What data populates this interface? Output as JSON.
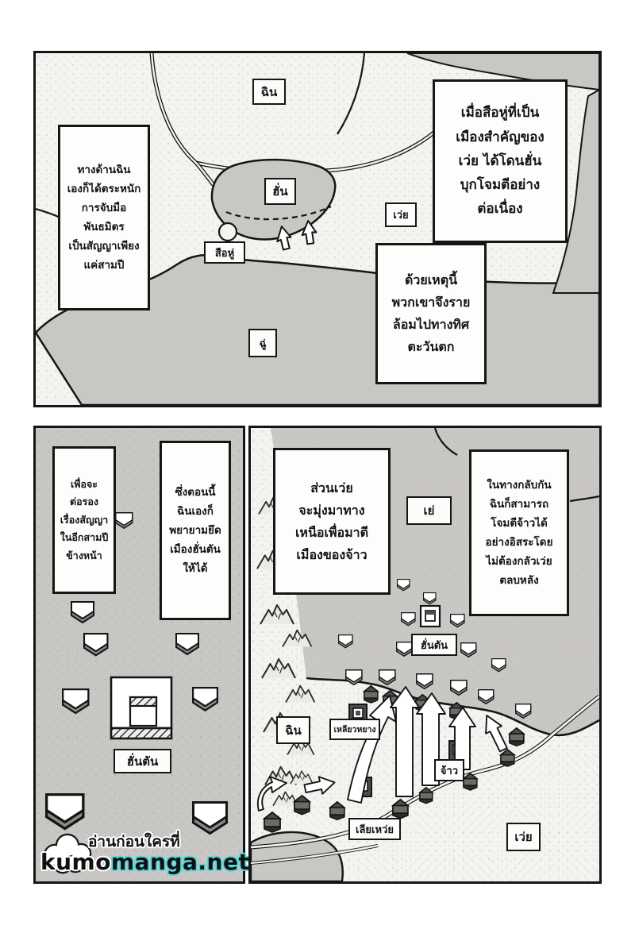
{
  "colors": {
    "paper": "#f5f3ef",
    "region_gray": "#c9c7c3",
    "ink": "#151515",
    "logo_accent": "#56d8da"
  },
  "panel_top": {
    "speech_left": "ทางด้านฉิน\nเองก็ได้ตระหนัก\nการจับมือ\nพันธมิตร\nเป็นสัญญาเพียง\nแค่สามปี",
    "speech_main": "เมื่อสือหู่ที่เป็น\nเมืองสำคัญของ\nเว่ย ได้โดนฮั่น\nบุกโจมตีอย่าง\nต่อเนื่อง",
    "speech_sub": "ด้วยเหตุนี้\nพวกเขาจึงราย\nล้อมไปทางทิศ\nตะวันตก",
    "labels": {
      "qin": "ฉิน",
      "han": "ฮั่น",
      "shihu": "สือหู่",
      "wei": "เว่ย",
      "chu": "ฉู่"
    }
  },
  "panel_left": {
    "speech_left": "เพื่อจะ\nต่อรอง\nเรื่องสัญญา\nในอีกสามปี\nข้างหน้า",
    "speech_right": "ซึ่งตอนนี้\nฉินเองก็\nพยายามยึด\nเมืองฮั่นตัน\nให้ได้",
    "labels": {
      "handan": "ฮั่นตัน"
    }
  },
  "panel_right": {
    "speech_left": "ส่วนเว่ย\nจะมุ่งมาทาง\nเหนือเพื่อมาตี\nเมืองของจ้าว",
    "speech_right": "ในทางกลับกัน\nฉินก็สามารถ\nโจมตีจ้าวได้\nอย่างอิสระโดย\nไม่ต้องกลัวเว่ย\nตลบหลัง",
    "labels": {
      "ye": "เย่",
      "handan": "ฮั่นตัน",
      "qin": "ฉิน",
      "liaoyang": "เหลียวหยาง",
      "zhao": "จ้าว",
      "liewei": "เลียเหว่ย",
      "wei": "เว่ย"
    }
  },
  "watermark": {
    "tagline": "อ่านก่อนใครที่",
    "brand_left": "kumo",
    "brand_right": "manga.net"
  }
}
